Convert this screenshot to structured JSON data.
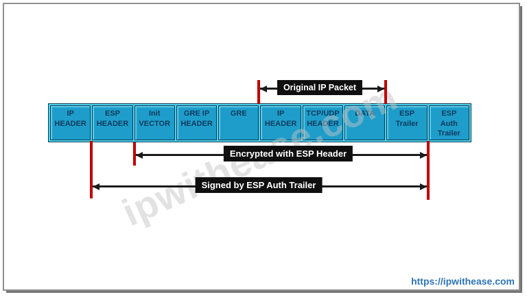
{
  "watermark": "ipwithease.com",
  "footer_url": "https://ipwithease.com",
  "packet_row": {
    "boxes": [
      {
        "id": "ip-header-outer",
        "lines": [
          "IP",
          "HEADER"
        ]
      },
      {
        "id": "esp-header",
        "lines": [
          "ESP",
          "HEADER"
        ]
      },
      {
        "id": "init-vector",
        "lines": [
          "Init",
          "VECTOR"
        ]
      },
      {
        "id": "gre-ip-header",
        "lines": [
          "GRE IP",
          "HEADER"
        ]
      },
      {
        "id": "gre",
        "lines": [
          "GRE"
        ]
      },
      {
        "id": "ip-header-inner",
        "lines": [
          "IP",
          "HEADER"
        ]
      },
      {
        "id": "tcp-udp-header",
        "lines": [
          "TCP/UDP",
          "HEADER"
        ]
      },
      {
        "id": "data",
        "lines": [
          "DATA"
        ]
      },
      {
        "id": "esp-trailer",
        "lines": [
          "ESP",
          "Trailer"
        ]
      },
      {
        "id": "esp-auth-trailer",
        "lines": [
          "ESP",
          "Auth",
          "Trailer"
        ]
      }
    ]
  },
  "annotations": {
    "original_ip_packet": "Original IP Packet",
    "encrypted_with_esp": "Encrypted with ESP Header",
    "signed_by_esp_auth": "Signed by ESP Auth Trailer"
  },
  "colors": {
    "box_fill": "#1e9dca",
    "box_border": "#0a3a55",
    "separator": "#4fd4ef",
    "box_text": "#0e3a5c",
    "bar_red": "#c00000",
    "label_bg": "#0f0f0f",
    "label_text": "#ffffff",
    "arrow": "#1a1a1a",
    "url_blue": "#2e74b5",
    "watermark_gray": "#c4c4c4"
  }
}
